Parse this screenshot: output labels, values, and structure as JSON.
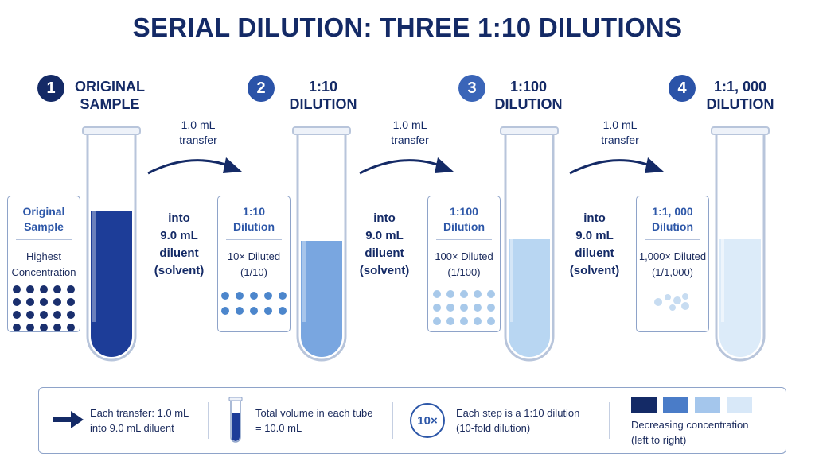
{
  "title": "SERIAL DILUTION: THREE 1:10 DILUTIONS",
  "colors": {
    "navy": "#142a66",
    "badge": "#1f3f8f",
    "liquid": [
      "#1d3d98",
      "#79a6e0",
      "#b8d6f2",
      "#dcebf9"
    ],
    "dots": [
      "#1a2f6e",
      "#4c86cc",
      "#a8c9ea",
      "#c7dcf1"
    ]
  },
  "stages": [
    {
      "number": "1",
      "label_line1": "ORIGINAL",
      "label_line2": "SAMPLE",
      "card_title_line1": "Original",
      "card_title_line2": "Sample",
      "card_desc_line1": "Highest",
      "card_desc_line2": "Concentration"
    },
    {
      "number": "2",
      "label_line1": "1:10",
      "label_line2": "DILUTION",
      "card_title_line1": "1:10",
      "card_title_line2": "Dilution",
      "card_desc_line1": "10× Diluted",
      "card_desc_line2": "(1/10)"
    },
    {
      "number": "3",
      "label_line1": "1:100",
      "label_line2": "DILUTION",
      "card_title_line1": "1:100",
      "card_title_line2": "Dilution",
      "card_desc_line1": "100× Diluted",
      "card_desc_line2": "(1/100)"
    },
    {
      "number": "4",
      "label_line1": "1:1, 000",
      "label_line2": "DILUTION",
      "card_title_line1": "1:1, 000",
      "card_title_line2": "Dilution",
      "card_desc_line1": "1,000× Diluted",
      "card_desc_line2": "(1/1,000)"
    }
  ],
  "transfer": {
    "line1": "1.0 mL",
    "line2": "transfer"
  },
  "into": {
    "line1": "into",
    "line2": "9.0 mL",
    "line3": "diluent",
    "line4": "(solvent)"
  },
  "legend": {
    "transfer_line1": "Each transfer: 1.0 mL",
    "transfer_line2": "into 9.0 mL diluent",
    "volume_line1": "Total volume in each tube",
    "volume_line2": "= 10.0 mL",
    "fold_icon_text": "10×",
    "fold_line1": "Each step is a 1:10 dilution",
    "fold_line2": "(10-fold dilution)",
    "gradient_line1": "Decreasing concentration",
    "gradient_line2": "(left to right)"
  }
}
